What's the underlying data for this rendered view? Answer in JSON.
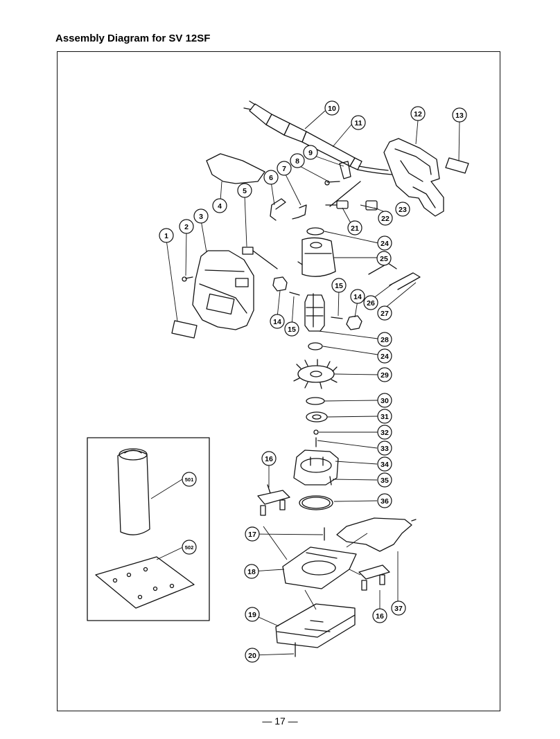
{
  "header": {
    "title": "Assembly Diagram for SV 12SF"
  },
  "diagram": {
    "part_numbers": [
      "1",
      "2",
      "3",
      "4",
      "5",
      "6",
      "7",
      "8",
      "9",
      "10",
      "11",
      "12",
      "13",
      "14",
      "14",
      "15",
      "15",
      "16",
      "16",
      "17",
      "18",
      "19",
      "20",
      "21",
      "22",
      "23",
      "24",
      "24",
      "25",
      "26",
      "27",
      "28",
      "29",
      "30",
      "31",
      "32",
      "33",
      "34",
      "35",
      "36",
      "37"
    ],
    "accessory_part_numbers": [
      "501",
      "502"
    ]
  },
  "footer": {
    "page_number": "— 17 —"
  }
}
